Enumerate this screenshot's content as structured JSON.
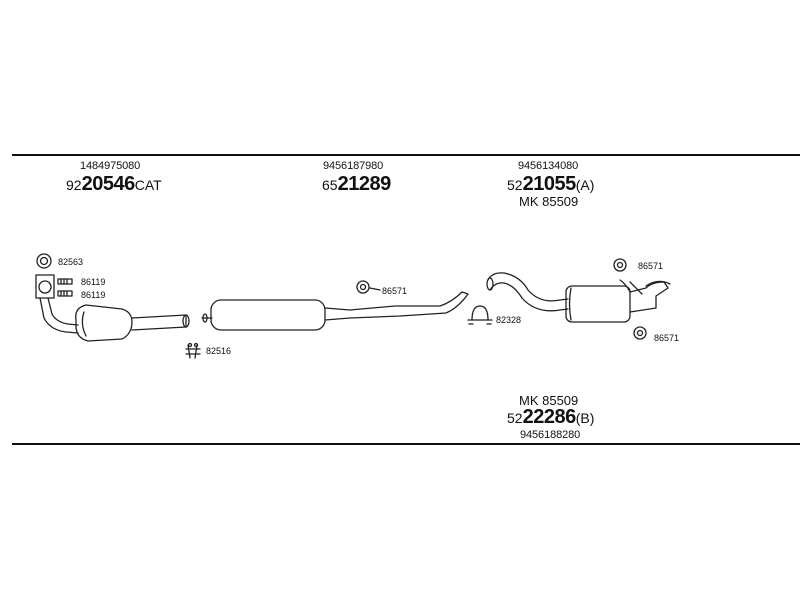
{
  "groups": {
    "front": {
      "oem": "1484975080",
      "article_prefix": "92",
      "article_main": "20546",
      "article_suffix": "CAT"
    },
    "center": {
      "oem": "9456187980",
      "article_prefix": "65",
      "article_main": "21289"
    },
    "rear_a": {
      "oem": "9456134080",
      "article_prefix": "52",
      "article_main": "21055",
      "article_suffix": "(A)",
      "mounting_kit": "MK 85509"
    },
    "rear_b": {
      "mounting_kit": "MK 85509",
      "article_prefix": "52",
      "article_main": "22286",
      "article_suffix": "(B)",
      "oem": "9456188280"
    }
  },
  "labels": {
    "gasket_front": "82563",
    "bolt_front_1": "86119",
    "bolt_front_2": "86119",
    "clamp_front": "82516",
    "hanger_center": "86571",
    "clamp_rear": "82328",
    "hanger_rear_top": "86571",
    "hanger_rear_bottom": "86571"
  }
}
